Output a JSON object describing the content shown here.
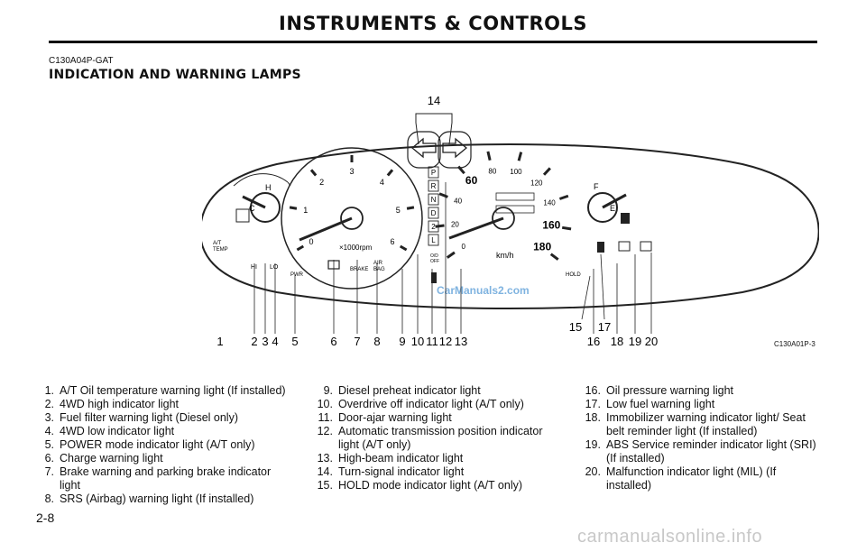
{
  "header": {
    "title": "INSTRUMENTS & CONTROLS"
  },
  "section": {
    "code": "C130A04P-GAT",
    "title": "INDICATION AND WARNING LAMPS"
  },
  "figure": {
    "code": "C130A01P-3",
    "tach_numbers": [
      "0",
      "1",
      "2",
      "3",
      "4",
      "5",
      "6"
    ],
    "tach_unit": "×1000rpm",
    "temp_labels": [
      "H",
      "C"
    ],
    "fuel_labels": [
      "F",
      "E"
    ],
    "speed_numbers": [
      "0",
      "20",
      "40",
      "60",
      "80",
      "100",
      "120",
      "140",
      "160",
      "180"
    ],
    "speed_unit": "km/h",
    "gear_letters": [
      "P",
      "R",
      "N",
      "D",
      "2",
      "L"
    ],
    "lamp_labels": [
      "A/T\nTEMP",
      "HI",
      "LO",
      "PWR",
      "BRAKE",
      "AIR\nBAG",
      "O/D\nOFF",
      "HOLD"
    ],
    "watermark_url": "CarManuals2.com",
    "callout_top": "14",
    "callouts_bottom": [
      "1",
      "2",
      "3",
      "4",
      "5",
      "6",
      "7",
      "8",
      "9",
      "10",
      "11",
      "12",
      "13",
      "16",
      "18",
      "19",
      "20"
    ],
    "callouts_upper": [
      "15",
      "17"
    ]
  },
  "items_col1": [
    {
      "n": "1.",
      "t": "A/T Oil temperature warning light (If installed)"
    },
    {
      "n": "2.",
      "t": "4WD high indicator light"
    },
    {
      "n": "3.",
      "t": "Fuel filter warning light (Diesel only)"
    },
    {
      "n": "4.",
      "t": "4WD low indicator light"
    },
    {
      "n": "5.",
      "t": "POWER mode indicator light (A/T only)"
    },
    {
      "n": "6.",
      "t": "Charge warning light"
    },
    {
      "n": "7.",
      "t": "Brake warning and parking brake indicator light"
    },
    {
      "n": "8.",
      "t": "SRS (Airbag) warning light (If installed)"
    }
  ],
  "items_col2": [
    {
      "n": "9.",
      "t": "Diesel preheat indicator light"
    },
    {
      "n": "10.",
      "t": "Overdrive off indicator light (A/T only)"
    },
    {
      "n": "11.",
      "t": "Door-ajar warning light"
    },
    {
      "n": "12.",
      "t": "Automatic transmission position indicator light (A/T only)"
    },
    {
      "n": "13.",
      "t": "High-beam indicator light"
    },
    {
      "n": "14.",
      "t": "Turn-signal indicator light"
    },
    {
      "n": "15.",
      "t": "HOLD mode indicator light (A/T only)"
    }
  ],
  "items_col3": [
    {
      "n": "16.",
      "t": "Oil pressure warning light"
    },
    {
      "n": "17.",
      "t": "Low fuel warning light"
    },
    {
      "n": "18.",
      "t": "Immobilizer warning indicator light/ Seat belt reminder light (If installed)"
    },
    {
      "n": "19.",
      "t": "ABS Service reminder indicator light (SRI) (If installed)"
    },
    {
      "n": "20.",
      "t": "Malfunction indicator light (MIL) (If installed)"
    }
  ],
  "footer": {
    "page": "2-8",
    "watermark": "carmanualsonline.info"
  }
}
